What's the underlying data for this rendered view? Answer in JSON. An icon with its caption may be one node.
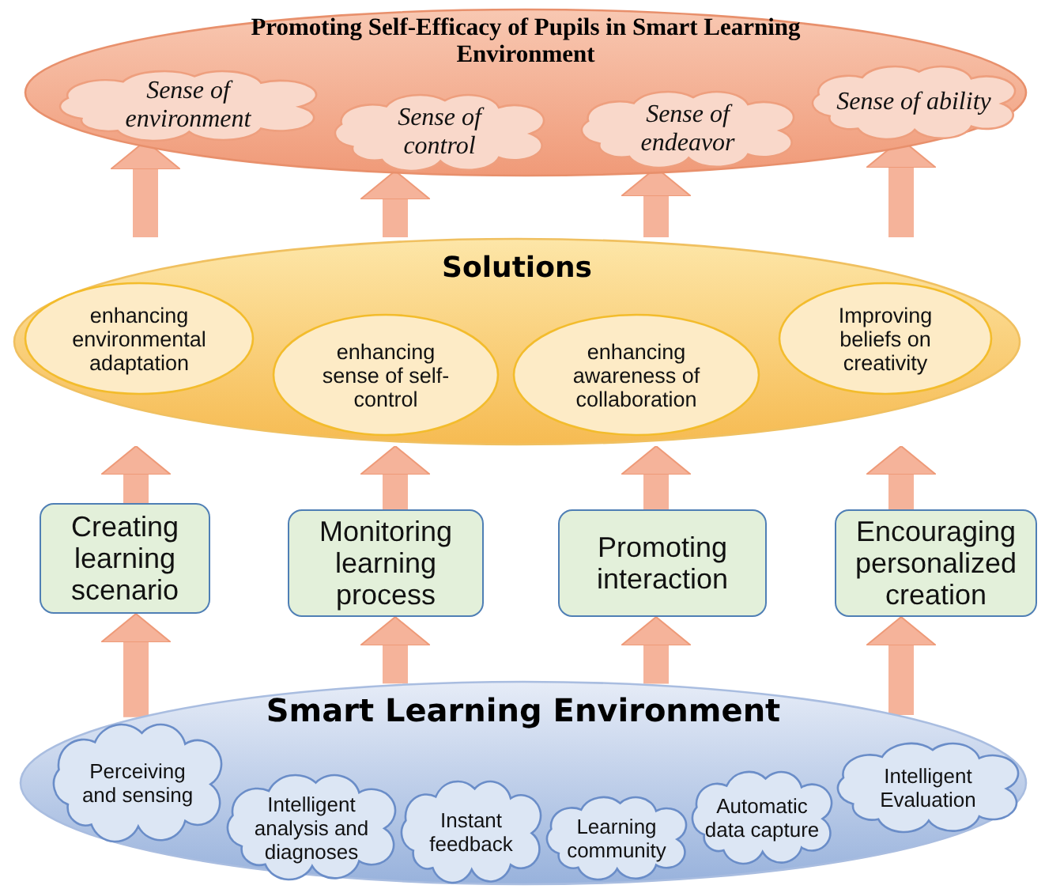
{
  "diagram": {
    "nodes": [
      {
        "text": [
          "Promoting Self-Efficacy of Pupils in Smart Learning Environment"
        ]
      },
      {
        "text": [
          "Sense of environment"
        ],
        "in": 0
      },
      {
        "text": [
          "Sense of control"
        ],
        "in": 0
      },
      {
        "text": [
          "Sense of endeavor"
        ],
        "in": 0
      },
      {
        "text": [
          "Sense of ability"
        ],
        "in": 0
      },
      {
        "text": [
          "Solutions"
        ]
      },
      {
        "text": [
          "enhancing environmental adaptation"
        ],
        "in": 5
      },
      {
        "text": [
          "enhancing sense of self-control"
        ],
        "in": 5
      },
      {
        "text": [
          "enhancing awareness of collaboration"
        ],
        "in": 5
      },
      {
        "text": [
          "Improving beliefs on creativity"
        ],
        "in": 5
      },
      {
        "text": [
          "Creating learning scenario"
        ]
      },
      {
        "text": [
          "Monitoring learning process"
        ]
      },
      {
        "text": [
          "Promoting interaction"
        ]
      },
      {
        "text": [
          "Encouraging personalized creation"
        ]
      },
      {
        "text": [
          "Smart Learning Environment"
        ]
      },
      {
        "text": [
          "Perceiving and sensing"
        ],
        "in": 14
      },
      {
        "text": [
          "Intelligent analysis and diagnoses"
        ],
        "in": 14
      },
      {
        "text": [
          "Instant feedback"
        ],
        "in": 14
      },
      {
        "text": [
          "Learning community"
        ],
        "in": 14
      },
      {
        "text": [
          "Automatic data capture"
        ],
        "in": 14
      },
      {
        "text": [
          "Intelligent Evaluation"
        ],
        "in": 14
      }
    ],
    "edges": [
      {
        "from": 5,
        "to": 1,
        "arrow": "to"
      },
      {
        "from": 5,
        "to": 2,
        "arrow": "to"
      },
      {
        "from": 5,
        "to": 3,
        "arrow": "to"
      },
      {
        "from": 5,
        "to": 4,
        "arrow": "to"
      },
      {
        "from": 10,
        "to": 5,
        "arrow": "to"
      },
      {
        "from": 11,
        "to": 5,
        "arrow": "to"
      },
      {
        "from": 12,
        "to": 5,
        "arrow": "to"
      },
      {
        "from": 13,
        "to": 5,
        "arrow": "to"
      },
      {
        "from": 14,
        "to": 10,
        "arrow": "to"
      },
      {
        "from": 14,
        "to": 11,
        "arrow": "to"
      },
      {
        "from": 14,
        "to": 12,
        "arrow": "to"
      },
      {
        "from": 14,
        "to": 13,
        "arrow": "to"
      }
    ]
  }
}
